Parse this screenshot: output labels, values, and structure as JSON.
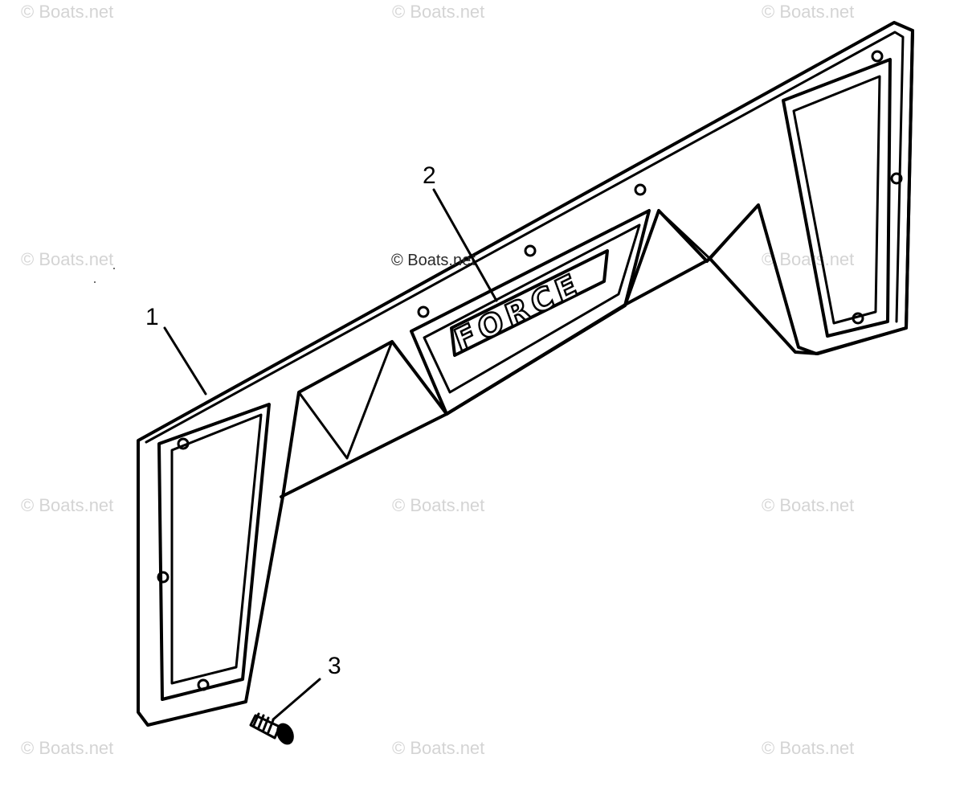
{
  "watermark": {
    "text": "© Boats.net",
    "center_text": "© Boats.net"
  },
  "callouts": [
    {
      "id": "1",
      "label": "1"
    },
    {
      "id": "2",
      "label": "2"
    },
    {
      "id": "3",
      "label": "3"
    }
  ],
  "emblem": {
    "text": "FORCE"
  }
}
